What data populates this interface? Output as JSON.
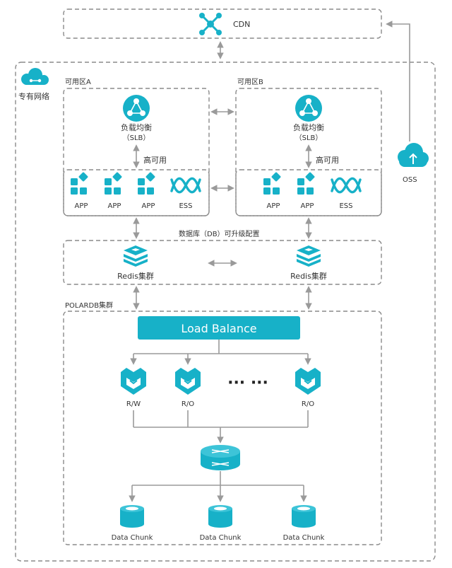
{
  "cdn": {
    "label": "CDN"
  },
  "vpc": {
    "label": "专有网络"
  },
  "zone_a": {
    "label": "可用区A",
    "slb_name": "负载均衡",
    "slb_sub": "（SLB）",
    "ha": "高可用",
    "apps": [
      "APP",
      "APP",
      "APP"
    ],
    "ess": "ESS"
  },
  "zone_b": {
    "label": "可用区B",
    "slb_name": "负载均衡",
    "slb_sub": "（SLB）",
    "ha": "高可用",
    "apps": [
      "APP",
      "APP"
    ],
    "ess": "ESS"
  },
  "oss": {
    "label": "OSS"
  },
  "db_group": {
    "label": "数据库（DB）可升级配置",
    "redis": [
      "Redis集群",
      "Redis集群"
    ]
  },
  "polardb": {
    "label": "POLARDB集群",
    "load_balance": "Load Balance",
    "nodes": [
      "R/W",
      "R/O",
      "R/O"
    ],
    "ellipsis": "··· ···",
    "chunks": [
      "Data Chunk",
      "Data Chunk",
      "Data Chunk"
    ]
  },
  "colors": {
    "accent": "#17b1c8",
    "line": "#9a9a9a",
    "dash": "#8a8a8a"
  }
}
